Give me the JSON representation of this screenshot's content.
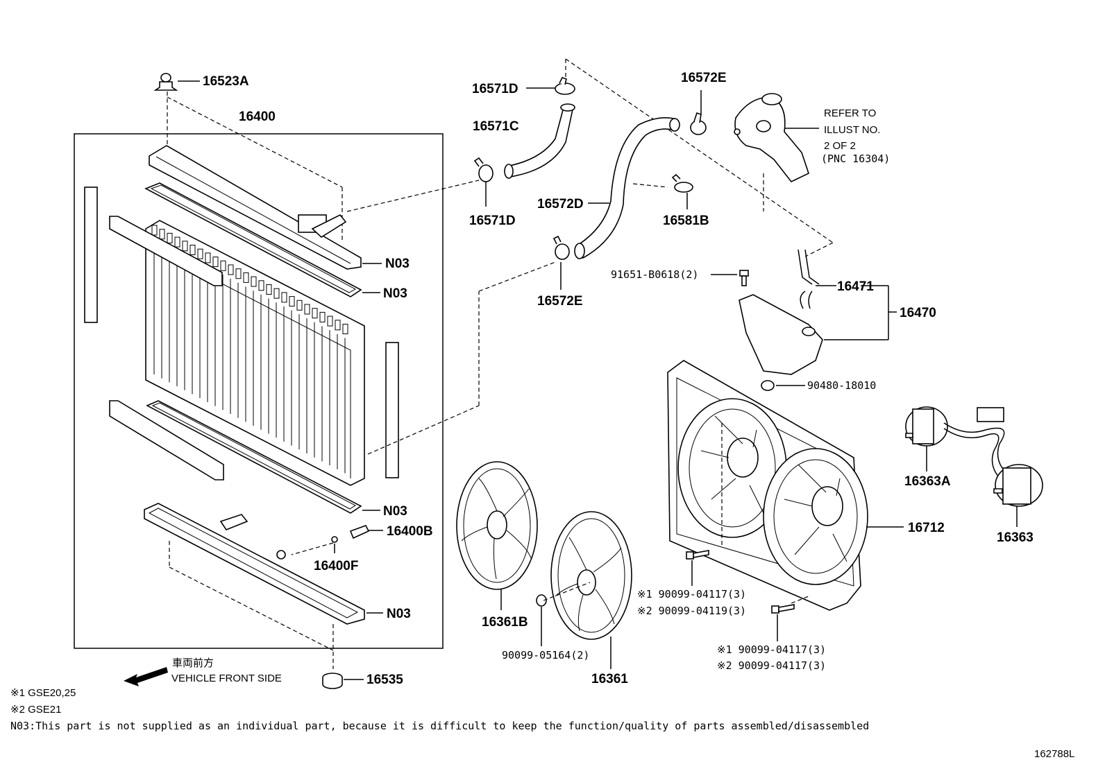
{
  "parts": {
    "p16523A": "16523A",
    "p16400": "16400",
    "p16571D_top": "16571D",
    "p16571C": "16571C",
    "p16571D_bot": "16571D",
    "p16572E_top": "16572E",
    "p16572D": "16572D",
    "p16581B": "16581B",
    "p16572E_bot": "16572E",
    "p91651": "91651-B0618(2)",
    "p16471": "16471",
    "p16470": "16470",
    "p90480": "90480-18010",
    "n03_1": "N03",
    "n03_2": "N03",
    "n03_3": "N03",
    "n03_4": "N03",
    "p16400B": "16400B",
    "p16400F": "16400F",
    "p16535": "16535",
    "p16361B": "16361B",
    "p16361": "16361",
    "p90099_05164": "90099-05164(2)",
    "p16712": "16712",
    "p16363A": "16363A",
    "p16363": "16363",
    "bolt1_a": "※1 90099-04117(3)",
    "bolt1_b": "※2 90099-04119(3)",
    "bolt2_a": "※1 90099-04117(3)",
    "bolt2_b": "※2 90099-04117(3)"
  },
  "refer": {
    "line1": "REFER TO",
    "line2": "ILLUST NO.",
    "line3": "2 OF 2",
    "line4": "(PNC 16304)"
  },
  "direction": {
    "jp": "車両前方",
    "en": "VEHICLE FRONT SIDE"
  },
  "notes": {
    "n1": "※1 GSE20,25",
    "n2": "※2 GSE21",
    "n3": "N03:This part is not supplied as an individual part, because it is difficult to keep the function/quality of parts assembled/disassembled"
  },
  "illust_id": "162788L"
}
